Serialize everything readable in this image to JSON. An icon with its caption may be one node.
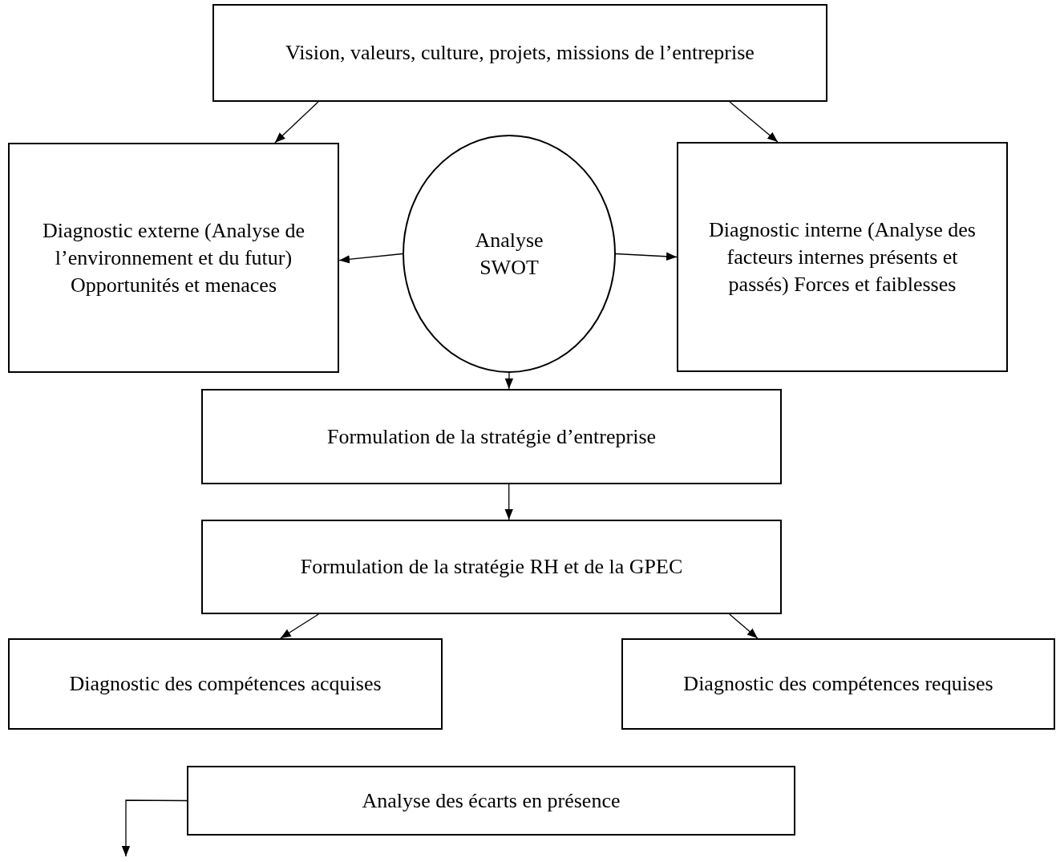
{
  "diagram": {
    "nodes": [
      {
        "text": [
          "Vision, valeurs, culture, projets, missions de l’entreprise"
        ]
      },
      {
        "text": [
          "Diagnostic externe (Analyse de l’environnement et du futur) Opportunités et menaces"
        ]
      },
      {
        "text": [
          "Analyse SWOT"
        ]
      },
      {
        "text": [
          "Diagnostic interne (Analyse des facteurs internes présents et passés) Forces et faiblesses"
        ]
      },
      {
        "text": [
          "Formulation de la stratégie d’entreprise"
        ]
      },
      {
        "text": [
          "Formulation de la stratégie RH et de la GPEC"
        ]
      },
      {
        "text": [
          "Diagnostic des compétences acquises"
        ]
      },
      {
        "text": [
          "Diagnostic des compétences requises"
        ]
      },
      {
        "text": [
          "Analyse des écarts en présence"
        ]
      }
    ],
    "edges": [
      {
        "from": 0,
        "to": 1,
        "arrow": "to"
      },
      {
        "from": 0,
        "to": 3,
        "arrow": "to"
      },
      {
        "from": 2,
        "to": 1,
        "arrow": "to"
      },
      {
        "from": 2,
        "to": 3,
        "arrow": "to"
      },
      {
        "from": 2,
        "to": 4,
        "arrow": "to"
      },
      {
        "from": 4,
        "to": 5,
        "arrow": "to"
      },
      {
        "from": 5,
        "to": 6,
        "arrow": "to"
      },
      {
        "from": 5,
        "to": 7,
        "arrow": "to"
      },
      {
        "from": 8,
        "to": null,
        "arrow": "to"
      }
    ]
  }
}
